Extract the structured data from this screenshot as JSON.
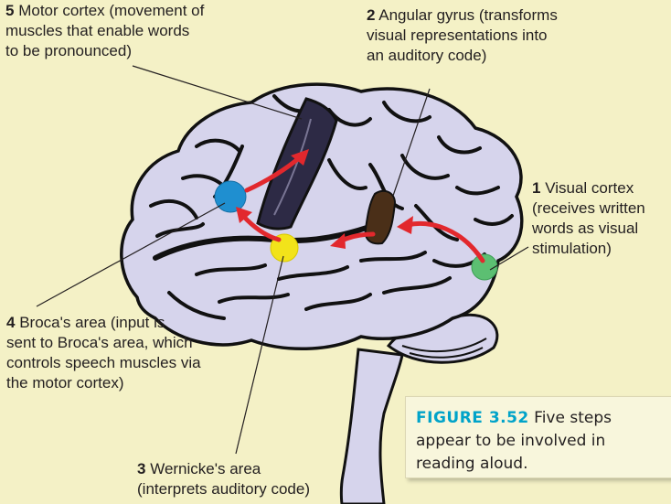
{
  "labels": {
    "visual_cortex": {
      "number": "1",
      "lines": [
        "Visual cortex",
        "(receives written",
        "words as visual",
        "stimulation)"
      ]
    },
    "angular_gyrus": {
      "number": "2",
      "lines": [
        "Angular gyrus (transforms",
        "visual representations into",
        "an auditory code)"
      ]
    },
    "wernicke": {
      "number": "3",
      "lines": [
        "Wernicke's area",
        "(interprets auditory code)"
      ]
    },
    "broca": {
      "number": "4",
      "lines": [
        "Broca's area (input is",
        "sent to Broca's area, which",
        "controls speech muscles via",
        "the motor cortex)"
      ]
    },
    "motor_cortex": {
      "number": "5",
      "lines": [
        "Motor cortex (movement of",
        "muscles that enable words",
        "to be pronounced)"
      ]
    }
  },
  "caption": {
    "figure_number": "FIGURE 3.52",
    "lines": [
      "Five steps",
      "appear to be involved in",
      "reading aloud."
    ]
  },
  "colors": {
    "background": "#f4f1c6",
    "brain_fill": "#d6d4ec",
    "brain_outline": "#111111",
    "arrow": "#e2282d",
    "caption_accent": "#00a3c9",
    "visual_cortex": "#5cbf72",
    "wernicke": "#f2e31a",
    "broca": "#1f8fd0",
    "angular_gyrus": "#4a2f18",
    "motor_strip": "#2d2a45"
  }
}
